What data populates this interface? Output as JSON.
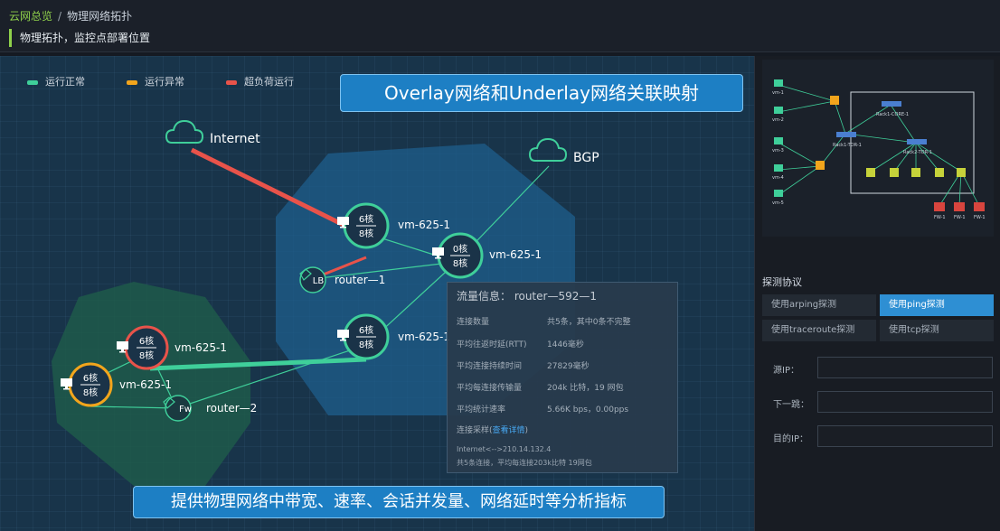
{
  "header": {
    "breadcrumb_home": "云网总览",
    "breadcrumb_separator": "/",
    "breadcrumb_current": "物理网络拓扑",
    "subtitle": "物理拓扑，监控点部署位置"
  },
  "colors": {
    "accent_green": "#8fd04b",
    "status_normal": "#3fcf9a",
    "status_abnormal": "#f2a51c",
    "status_overload": "#e8534a",
    "banner_blue": "#1d7fc4",
    "zone_blue": "#1d5e8c",
    "zone_green": "#1f5a4a"
  },
  "legend": [
    {
      "label": "运行正常",
      "color": "#3fcf9a"
    },
    {
      "label": "运行异常",
      "color": "#f2a51c"
    },
    {
      "label": "超负荷运行",
      "color": "#e8534a"
    }
  ],
  "banners": {
    "top": "Overlay网络和Underlay网络关联映射",
    "bottom": "提供物理网络中带宽、速率、会话并发量、网络延时等分析指标"
  },
  "topology": {
    "clouds": [
      {
        "label": "Internet",
        "icon": "cloud-icon"
      },
      {
        "label": "BGP",
        "icon": "cloud-icon"
      }
    ],
    "vms": [
      {
        "label": "vm-625-1",
        "cores_top": "6核",
        "cores_bottom": "8核",
        "status": "normal"
      },
      {
        "label": "vm-625-1",
        "cores_top": "0核",
        "cores_bottom": "8核",
        "status": "normal"
      },
      {
        "label": "vm-625-1",
        "cores_top": "6核",
        "cores_bottom": "8核",
        "status": "normal"
      },
      {
        "label": "vm-625-1",
        "cores_top": "6核",
        "cores_bottom": "8核",
        "status": "overload"
      },
      {
        "label": "vm-625-1",
        "cores_top": "6核",
        "cores_bottom": "8核",
        "status": "abnormal"
      }
    ],
    "routers": [
      {
        "label": "router—1",
        "badge": "LB",
        "icon": "load-balancer-icon"
      },
      {
        "label": "router—2",
        "badge": "Fw",
        "icon": "firewall-icon"
      }
    ]
  },
  "flow_info": {
    "title": "流量信息：  router—592—1",
    "rows": [
      {
        "label": "连接数量",
        "value": "共5条，其中0条不完整"
      },
      {
        "label": "平均往返时延(RTT)",
        "value": "1446毫秒"
      },
      {
        "label": "平均连接持续时间",
        "value": "27829毫秒"
      },
      {
        "label": "平均每连接传输量",
        "value": "204k 比特，19 网包"
      },
      {
        "label": "平均统计速率",
        "value": "5.66K bps，0.00pps"
      }
    ],
    "sample_label": "连接采样(",
    "sample_link": "查看详情",
    "sample_close": ")",
    "sample_line1": "Internet<-->210.14.132.4",
    "sample_line2": "共5条连接，平均每连接203k比特  19网包"
  },
  "minimap": {
    "vm_labels": [
      "vm-1",
      "vm-2",
      "vm-3",
      "vm-4",
      "vm-5"
    ],
    "switch_labels": [
      "Rack1-CORE-1",
      "Rack1-TOR-1",
      "Rack2-TOR-1"
    ],
    "fw_labels": [
      "FW-1",
      "FW-1",
      "FW-1"
    ]
  },
  "probe": {
    "title": "探测协议",
    "buttons": [
      {
        "label": "使用arping探测",
        "active": false
      },
      {
        "label": "使用ping探测",
        "active": true
      },
      {
        "label": "使用traceroute探测",
        "active": false
      },
      {
        "label": "使用tcp探测",
        "active": false
      }
    ],
    "fields": [
      {
        "label": "源IP：",
        "value": ""
      },
      {
        "label": "下一跳：",
        "value": ""
      },
      {
        "label": "目的IP：",
        "value": ""
      }
    ]
  }
}
